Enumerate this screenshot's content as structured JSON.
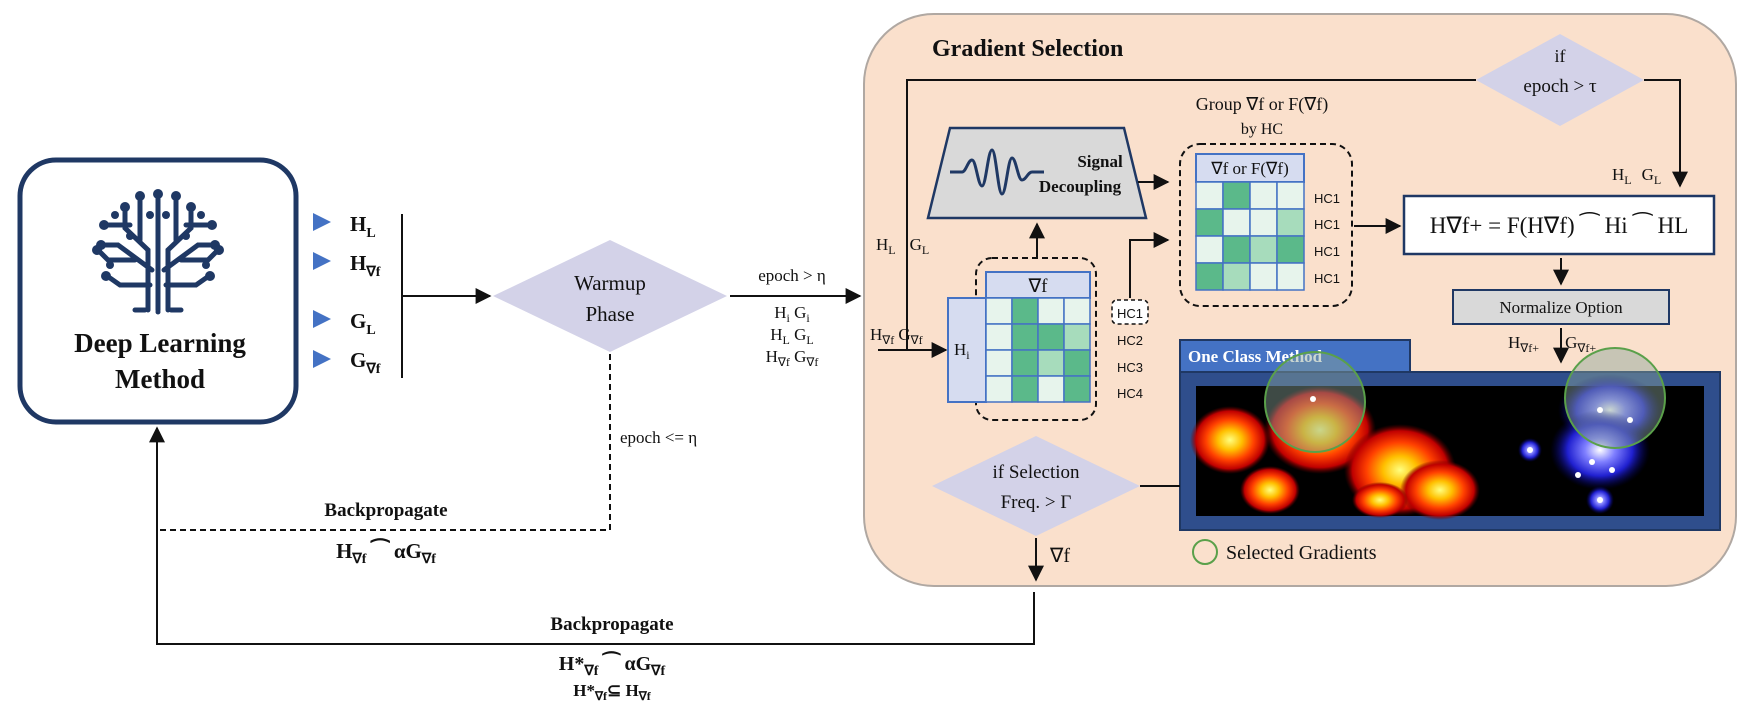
{
  "left": {
    "title_line1": "Deep Learning",
    "title_line2": "Method",
    "inputs": [
      {
        "main": "H",
        "sub": "L"
      },
      {
        "main": "H",
        "sub": "∇f"
      },
      {
        "main": "G",
        "sub": "L"
      },
      {
        "main": "G",
        "sub": "∇f"
      }
    ]
  },
  "warmup": {
    "line1": "Warmup",
    "line2": "Phase",
    "cond_true": "epoch > η",
    "cond_false": "epoch <= η",
    "outputs": [
      "H",
      "G",
      "H",
      "G",
      "H",
      "G"
    ]
  },
  "backprop1": {
    "label": "Backpropagate",
    "formula_main": "H",
    "formula_sub": "∇f",
    "formula_op": " ⁀ αG",
    "formula_sub2": "∇f"
  },
  "backprop2": {
    "label": "Backpropagate",
    "formula_main": "H*",
    "formula_sub": "∇f",
    "formula_op": " ⁀ αG",
    "formula_sub2": "∇f",
    "formula2_main": "H*",
    "formula2_sub": "∇f",
    "formula2_op": "⊆ H",
    "formula2_sub2": "∇f"
  },
  "panel": {
    "title": "Gradient Selection",
    "epoch_cond_1": "if",
    "epoch_cond_2": "epoch > τ",
    "hl": "H",
    "hl_sub": "L",
    "gl": "G",
    "gl_sub": "L",
    "hvf_in": "H",
    "hvf_sub": "∇f",
    "gvf_in": "G",
    "gvf_sub": "∇f",
    "signal_line1": "Signal",
    "signal_line2": "Decoupling",
    "grid_header": "∇f",
    "hi_label": "H",
    "hi_sub": "i",
    "hc_labels": [
      "HC1",
      "HC2",
      "HC3",
      "HC4"
    ],
    "group_title_1": "Group ∇f or F(∇f)",
    "group_title_2": "by HC",
    "group_header": "∇f or F(∇f)",
    "group_hc": [
      "HC1",
      "HC1",
      "HC1",
      "HC1"
    ],
    "formula": "H∇f+ = F(H∇f) ⁀ Hi ⁀ HL",
    "normalize": "Normalize Option",
    "hvfplus": "H",
    "hvfplus_sub": "∇f+",
    "gvfplus": "G",
    "gvfplus_sub": "∇f+",
    "one_class": "One Class Method",
    "selection_line1": "if Selection",
    "selection_line2": "Freq. > Γ",
    "out_grad": "∇f",
    "legend": "Selected Gradients"
  },
  "colors": {
    "panel_bg": "#fae0cc",
    "navy": "#1f3864",
    "diamond": "#d3d2e8",
    "grid_green": "#5bb98a",
    "grid_light": "#e7f4ec",
    "blue_tab": "#4472c4"
  },
  "icons": [
    "tree-circuit-icon",
    "waveform-icon",
    "triangle-marker-icon"
  ]
}
